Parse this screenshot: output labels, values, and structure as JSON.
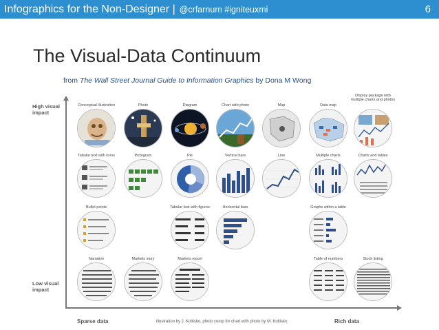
{
  "header": {
    "title": "Infographics for the Non-Designer |",
    "handle": "@crfarnum #igniteuxmi",
    "page_number": "6"
  },
  "slide": {
    "title": "The Visual-Data Continuum",
    "attribution_prefix": "from ",
    "attribution_book": "The Wall Street Journal Guide to Information Graphics",
    "attribution_suffix": " by Dona M Wong",
    "credit": "illustration by J. Koltisko, photo comp for chart with photo by M. Koltisko"
  },
  "axes": {
    "y_high": "High visual impact",
    "y_low": "Low visual impact",
    "x_sparse": "Sparse data",
    "x_rich": "Rich data"
  },
  "thumbnails": {
    "conceptual": "Conceptual illustration",
    "photo": "Photo",
    "diagram": "Diagram",
    "chart_photo": "Chart with photo",
    "map": "Map",
    "data_map": "Data map",
    "display_pkg": "Display package with multiple charts and photos",
    "tab_icons": "Tabular text with icons",
    "pictogram": "Pictogram",
    "pie": "Pie",
    "vertical_bars": "Vertical bars",
    "line": "Line",
    "multiple_charts": "Multiple charts",
    "charts_tables": "Charts and tables",
    "bullets": "Bullet points",
    "tab_figures": "Tabular text with figures",
    "horiz_bars": "Horizontal bars",
    "graphs_table": "Graphs within a table",
    "narrative": "Narrative",
    "markets_story": "Markets story",
    "markets_report": "Markets report",
    "table_numbers": "Table of numbers",
    "stock_listing": "Stock listing"
  },
  "colors": {
    "header_bg": "#2e8fd0",
    "title_text": "#2a2a2a",
    "attribution_text": "#1e4f8a",
    "axis": "#777777"
  }
}
